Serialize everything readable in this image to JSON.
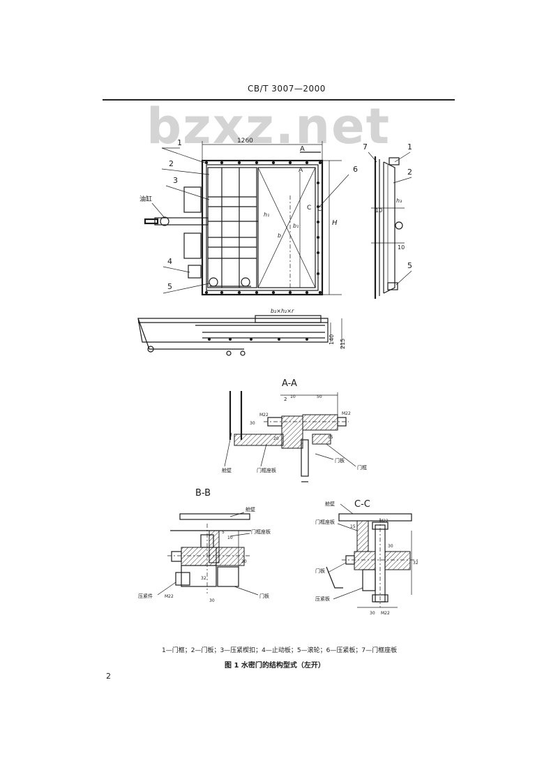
{
  "header": {
    "standard_number": "CB/T  3007—2000"
  },
  "watermark": {
    "text": "bzxz.net"
  },
  "figure": {
    "main_view": {
      "dims": {
        "width": "1260",
        "height_H": "H",
        "b_label": "b",
        "b1_label": "b₁",
        "h1_label": "h₁"
      },
      "section_marks": {
        "a_top": "A",
        "a_mid": "A",
        "c": "C",
        "c2": "C"
      },
      "labels": [
        "1",
        "2",
        "3",
        "4",
        "5",
        "6",
        "7",
        "1",
        "2",
        "5"
      ],
      "cylinder_label": "油缸",
      "side_view_labels": {
        "h3": "h₃",
        "v10a": "10",
        "v10b": "10"
      }
    },
    "bottom_view": {
      "opening_label": "b₂×h₂×r",
      "dims": [
        "140",
        "215"
      ]
    },
    "section_aa": {
      "title": "A-A",
      "dims": [
        "2",
        "10",
        "30",
        "M22",
        "M22",
        "50",
        "20",
        "15"
      ],
      "labels": [
        "舱壁",
        "门框座板",
        "门板",
        "门框"
      ]
    },
    "section_bb": {
      "title": "B-B",
      "dims": [
        "5",
        "10",
        "M22",
        "32",
        "20",
        "30"
      ],
      "labels": [
        "舱壁",
        "门框座板",
        "压紧件",
        "门板"
      ]
    },
    "section_cc": {
      "title": "C-C",
      "dims": [
        "15",
        "M22",
        "30",
        "32",
        "30",
        "M22"
      ],
      "labels": [
        "舱壁",
        "门框座板",
        "门板",
        "压紧板"
      ]
    }
  },
  "legend": {
    "text": "1—门框；2—门板；3—压紧楔扣；4—止动板；5—滚轮；6—压紧板；7—门框座板"
  },
  "caption": {
    "text": "图 1   水密门的结构型式（左开）"
  },
  "page_number": "2",
  "colors": {
    "ink": "#1a1a1a",
    "paper": "#ffffff",
    "watermark": "#d4d4d4"
  }
}
